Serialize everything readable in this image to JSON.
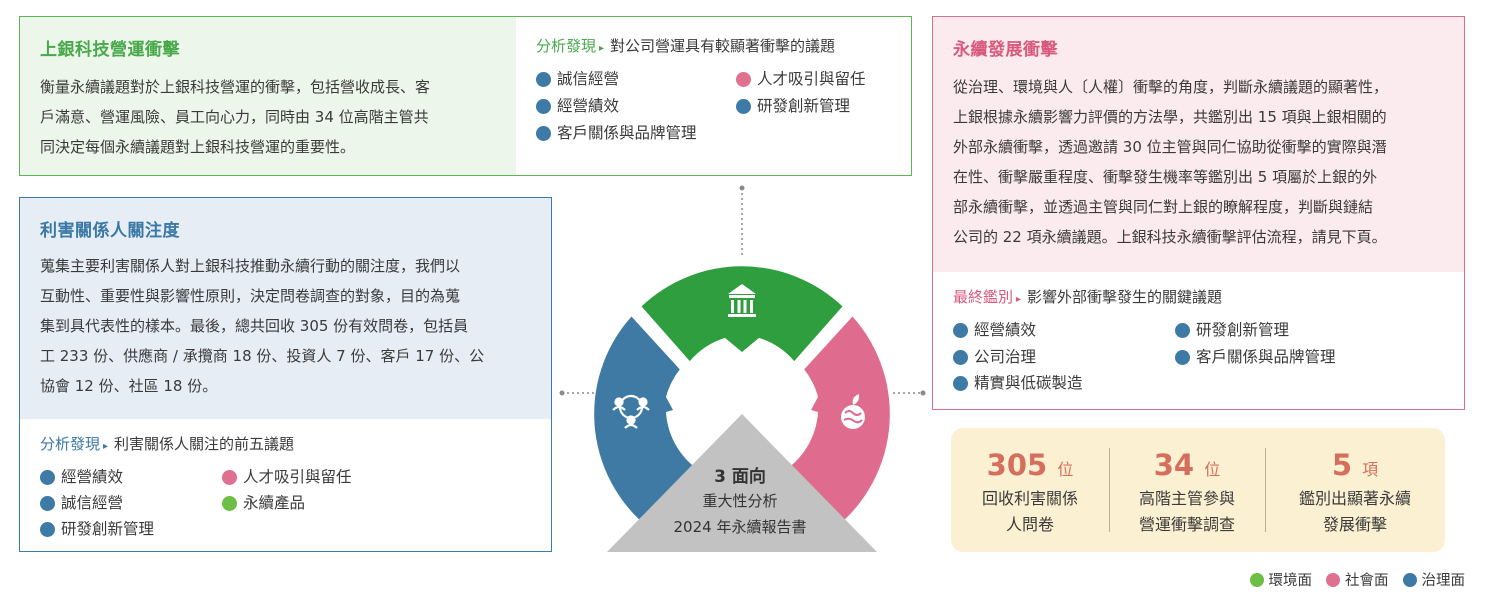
{
  "operations": {
    "title": "上銀科技營運衝擊",
    "body_lines": [
      "衡量永續議題對於上銀科技營運的衝擊，包括營收成長、客",
      "戶滿意、營運風險、員工向心力，同時由 34 位高階主管共",
      "同決定每個永續議題對上銀科技營運的重要性。"
    ],
    "finding_tag": "分析發現",
    "finding_text": "對公司營運具有較顯著衝擊的議題",
    "items": [
      {
        "label": "誠信經營",
        "category": "governance"
      },
      {
        "label": "人才吸引與留任",
        "category": "social"
      },
      {
        "label": "經營績效",
        "category": "governance"
      },
      {
        "label": "研發創新管理",
        "category": "governance"
      },
      {
        "label": "客戶關係與品牌管理",
        "category": "governance"
      }
    ]
  },
  "stakeholders": {
    "title": "利害關係人關注度",
    "body_lines": [
      "蒐集主要利害關係人對上銀科技推動永續行動的關注度，我們以",
      "互動性、重要性與影響性原則，決定問卷調查的對象，目的為蒐",
      "集到具代表性的樣本。最後，總共回收 305 份有效問卷，包括員",
      "工 233 份、供應商 / 承攬商 18 份、投資人 7 份、客戶 17 份、公",
      "協會 12 份、社區 18 份。"
    ],
    "finding_tag": "分析發現",
    "finding_text": "利害關係人關注的前五議題",
    "items": [
      {
        "label": "經營績效",
        "category": "governance"
      },
      {
        "label": "人才吸引與留任",
        "category": "social"
      },
      {
        "label": "誠信經營",
        "category": "governance"
      },
      {
        "label": "永續產品",
        "category": "environment"
      },
      {
        "label": "研發創新管理",
        "category": "governance"
      }
    ]
  },
  "impact": {
    "title": "永續發展衝擊",
    "body_lines": [
      "從治理、環境與人〔人權〕衝擊的角度，判斷永續議題的顯著性，",
      "上銀根據永續影響力評價的方法學，共鑑別出 15 項與上銀相關的",
      "外部永續衝擊，透過邀請 30 位主管與同仁協助從衝擊的實際與潛",
      "在性、衝擊嚴重程度、衝擊發生機率等鑑別出 5 項屬於上銀的外",
      "部永續衝擊，並透過主管與同仁對上銀的瞭解程度，判斷與鏈結",
      "公司的 22 項永續議題。上銀科技永續衝擊評估流程，請見下頁。"
    ],
    "finding_tag": "最終鑑別",
    "finding_text": "影響外部衝擊發生的關鍵議題",
    "items": [
      {
        "label": "經營績效",
        "category": "governance"
      },
      {
        "label": "研發創新管理",
        "category": "governance"
      },
      {
        "label": "公司治理",
        "category": "governance"
      },
      {
        "label": "客戶關係與品牌管理",
        "category": "governance"
      },
      {
        "label": "精實與低碳製造",
        "category": "governance"
      }
    ]
  },
  "center": {
    "line1": "3 面向",
    "line2": "重大性分析",
    "line3": "2024 年永續報告書",
    "icons": {
      "top": "institution-icon",
      "left": "people-network-icon",
      "right": "globe-leaf-icon"
    }
  },
  "stats": [
    {
      "number": "305",
      "unit": "位",
      "label_lines": [
        "回收利害關係",
        "人問卷"
      ]
    },
    {
      "number": "34",
      "unit": "位",
      "label_lines": [
        "高階主管參與",
        "營運衝擊調查"
      ]
    },
    {
      "number": "5",
      "unit": "項",
      "label_lines": [
        "鑑別出顯著永續",
        "發展衝擊"
      ]
    }
  ],
  "legend": [
    {
      "label": "環境面",
      "category": "environment"
    },
    {
      "label": "社會面",
      "category": "social"
    },
    {
      "label": "治理面",
      "category": "governance"
    }
  ],
  "colors": {
    "environment": "#6cbe45",
    "social": "#e0708f",
    "governance": "#3d7aa6",
    "operations_accent": "#47a94a",
    "stakeholders_accent": "#3a78a6",
    "impact_accent": "#d9597d",
    "stat_number": "#d56e5c",
    "segment_green": "#2e9e3f",
    "segment_blue": "#3e7aa3",
    "segment_pink": "#df6b8e",
    "center_triangle": "#c2c2c2"
  }
}
